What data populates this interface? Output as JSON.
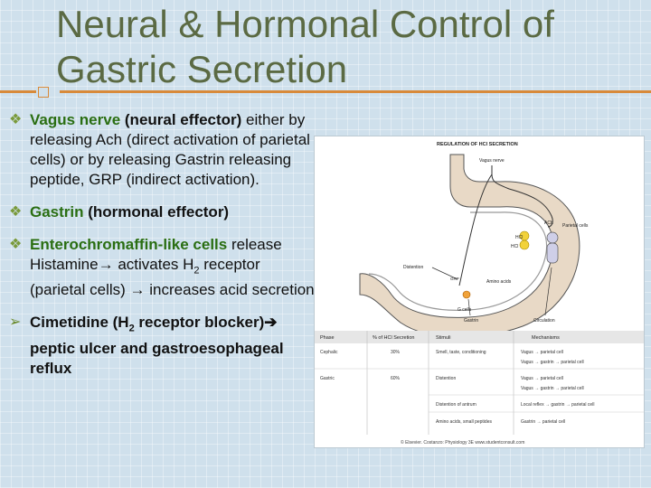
{
  "slide": {
    "title": "Neural & Hormonal Control of Gastric Secretion",
    "bullets": [
      {
        "lead": "Vagus nerve",
        "lead_suffix": " (neural effector)",
        "text": "either by releasing Ach (direct activation of parietal cells) or by releasing Gastrin releasing peptide, GRP (indirect activation)."
      },
      {
        "lead": "Gastrin",
        "lead_suffix": " (hormonal effector)"
      },
      {
        "lead": "Enterochromaffin-like cells",
        "text_a": " release Histamine",
        "arrow": "→",
        "text_b": " activates H",
        "sub": "2",
        "text_c": " receptor (parietal cells) ",
        "text_d": " increases acid secretion"
      },
      {
        "lead_a": "Cimetidine (H",
        "lead_sub": "2",
        "lead_b": " receptor blocker)",
        "lead_c": " peptic ulcer and gastroesophageal reflux"
      }
    ]
  },
  "figure": {
    "title": "REGULATION OF HCl SECRETION",
    "labels": {
      "vagus": "Vagus nerve",
      "ach": "ACh",
      "parietal": "Parietal cells",
      "hcl1": "HCl",
      "hcl2": "HCl",
      "distention": "Distention",
      "grp": "GRP",
      "amino": "Amino acids",
      "gcells": "G cells",
      "gastrin": "Gastrin",
      "circulation": "Circulation"
    },
    "table": {
      "headers": [
        "Phase",
        "% of HCl Secretion",
        "Stimuli",
        "Mechanisms"
      ],
      "rows": [
        {
          "phase": "Cephalic",
          "pct": "30%",
          "stimuli": "Smell, taste, conditioning",
          "mech": [
            "Vagus → parietal cell",
            "Vagus → gastrin → parietal cell"
          ]
        },
        {
          "phase": "Gastric",
          "pct": "60%",
          "stimuli": "Distention",
          "mech": [
            "Vagus → parietal cell",
            "Vagus → gastrin → parietal cell"
          ]
        },
        {
          "phase": "",
          "pct": "",
          "stimuli": "Distention of antrum",
          "mech": [
            "Local reflex → gastrin → parietal cell"
          ]
        },
        {
          "phase": "",
          "pct": "",
          "stimuli": "Amino acids, small peptides",
          "mech": [
            "Gastrin → parietal cell"
          ]
        }
      ]
    },
    "credit": "© Elsevier. Costanzo: Physiology 3E www.studentconsult.com"
  },
  "colors": {
    "title": "#5b6a43",
    "accent": "#d88a3a",
    "lead": "#2a6e12",
    "background": "#cfe0ec"
  }
}
